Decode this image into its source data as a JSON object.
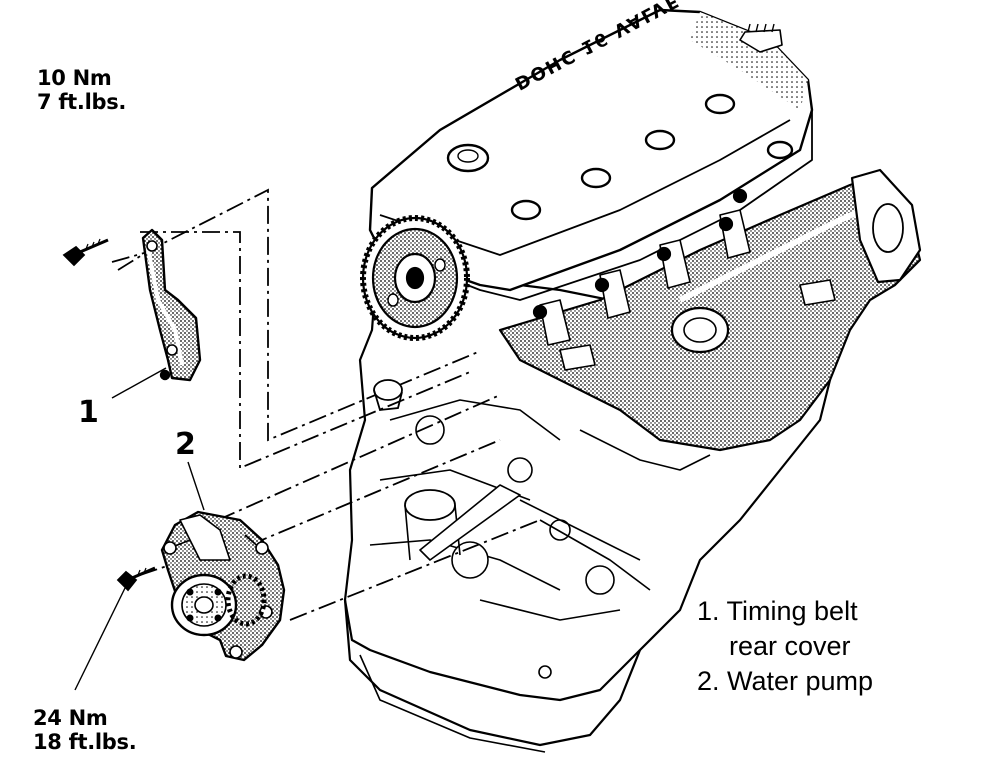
{
  "torque_top": {
    "metric": "10 Nm",
    "imperial": "7 ft.lbs."
  },
  "torque_bottom": {
    "metric": "24 Nm",
    "imperial": "18 ft.lbs."
  },
  "callouts": {
    "one": "1",
    "two": "2"
  },
  "legend": {
    "item1_line1": "1. Timing belt",
    "item1_line2": "rear cover",
    "item2": "2. Water pump"
  },
  "engine_cover_text": "DOHC 16 VALVE",
  "colors": {
    "ink": "#000000",
    "paper": "#ffffff",
    "shade": "#8a8a8a"
  }
}
